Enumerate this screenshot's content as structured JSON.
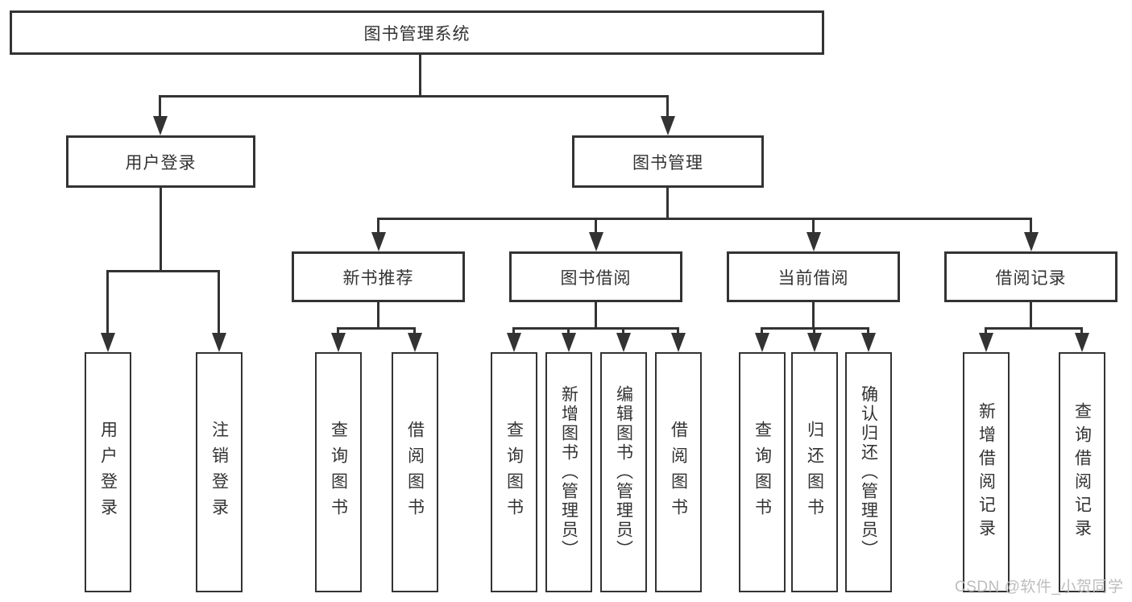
{
  "title": "图书管理系统",
  "watermark": "CSDN @软件_小贺同学",
  "colors": {
    "line": "#333333",
    "text": "#333333",
    "watermark": "#bdbdbd",
    "background": "#ffffff"
  },
  "level2": [
    {
      "label": "用户登录"
    },
    {
      "label": "图书管理"
    }
  ],
  "level3": [
    {
      "label": "新书推荐"
    },
    {
      "label": "图书借阅"
    },
    {
      "label": "当前借阅"
    },
    {
      "label": "借阅记录"
    }
  ],
  "leaves": [
    {
      "label": "用户登录"
    },
    {
      "label": "注销登录"
    },
    {
      "label": "查询图书"
    },
    {
      "label": "借阅图书"
    },
    {
      "label": "查询图书"
    },
    {
      "label": "新增图书（管理员）"
    },
    {
      "label": "编辑图书（管理员）"
    },
    {
      "label": "借阅图书"
    },
    {
      "label": "查询图书"
    },
    {
      "label": "归还图书"
    },
    {
      "label": "确认归还（管理员）"
    },
    {
      "label": "新增借阅记录"
    },
    {
      "label": "查询借阅记录"
    }
  ]
}
